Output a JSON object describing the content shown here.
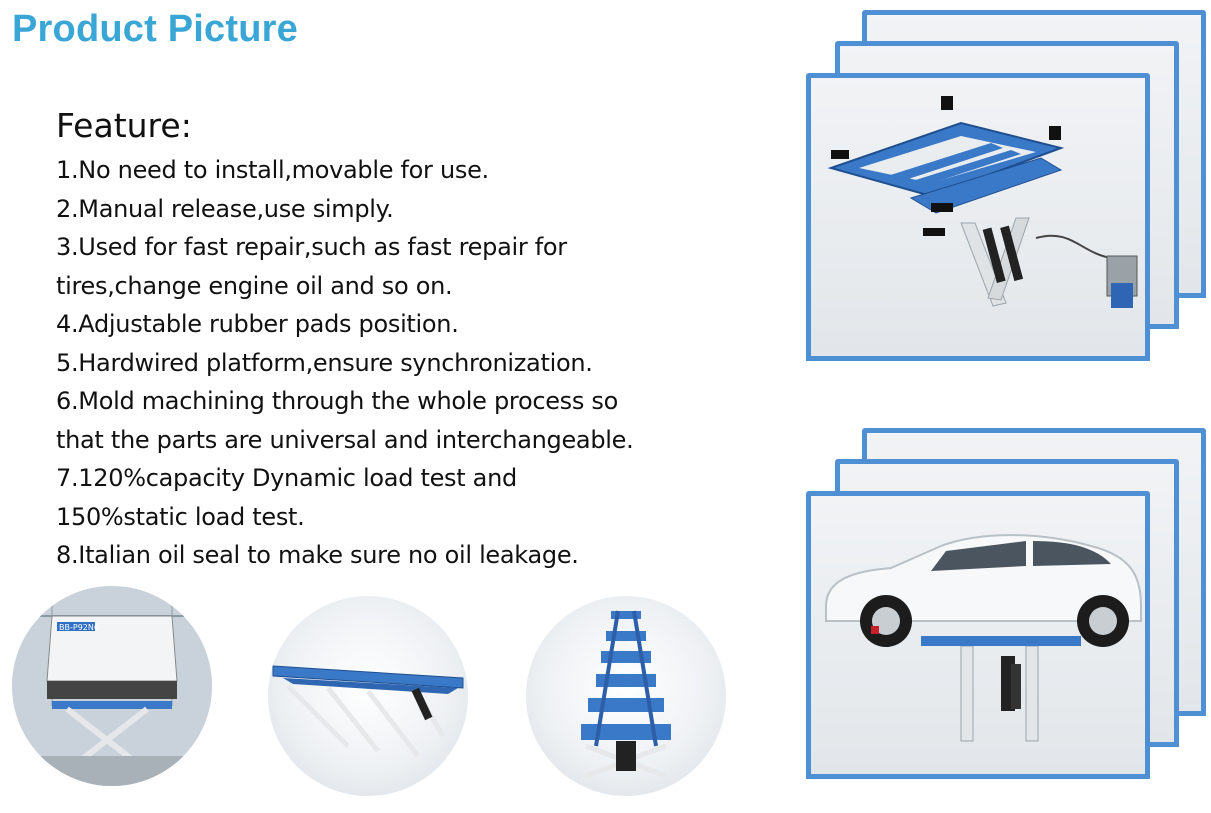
{
  "page": {
    "title": "Product Picture"
  },
  "feature": {
    "heading": "Feature:",
    "lines": [
      "1.No need to install,movable for use.",
      "2.Manual release,use simply.",
      "3.Used for fast repair,such as fast repair for",
      "tires,change engine oil and so on.",
      "4.Adjustable rubber pads position.",
      "5.Hardwired platform,ensure synchronization.",
      "6.Mold machining through the whole process so",
      "that the parts are universal and interchangeable.",
      "7.120%capacity Dynamic load test and",
      "150%static load test.",
      "8.Italian oil seal to make sure no oil leakage."
    ]
  },
  "photos": {
    "plate_text": "BB-P92N6"
  },
  "colors": {
    "title": "#3aa6d6",
    "frame_border": "#4f8fd4",
    "lift_blue": "#3a78c8",
    "text": "#111111"
  }
}
